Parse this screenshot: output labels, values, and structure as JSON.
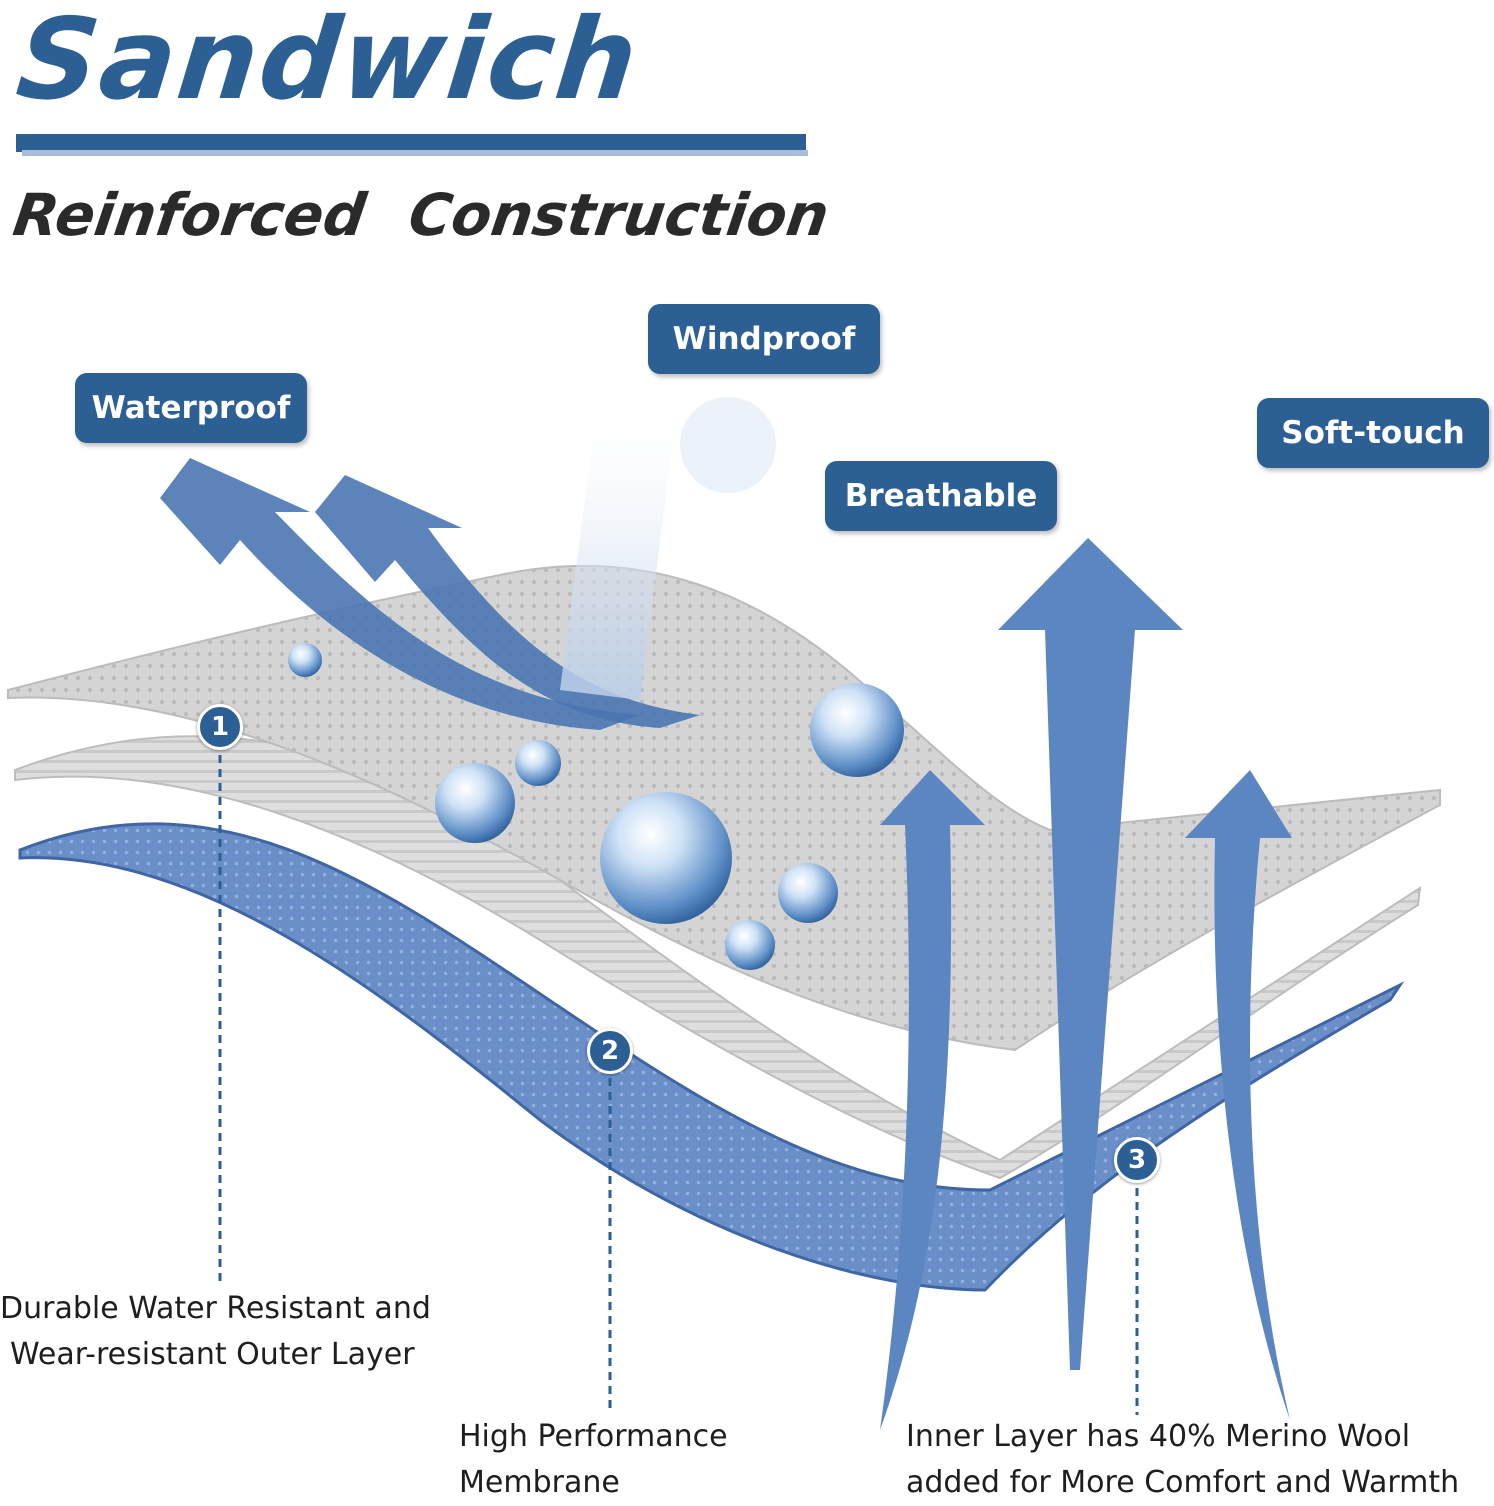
{
  "header": {
    "title": "Sandwich",
    "subtitle": "Reinforced Construction"
  },
  "badges": {
    "waterproof": "Waterproof",
    "windproof": "Windproof",
    "breathable": "Breathable",
    "soft_touch": "Soft-touch"
  },
  "layers": [
    {
      "number": "1",
      "caption_line1": "Durable Water Resistant and",
      "caption_line2": "Wear-resistant Outer Layer"
    },
    {
      "number": "2",
      "caption_line1": "High Performance",
      "caption_line2": "Membrane"
    },
    {
      "number": "3",
      "caption_line1": "Inner Layer has 40% Merino Wool",
      "caption_line2": "added for More Comfort and Warmth"
    }
  ],
  "colors": {
    "brand_blue": "#2c5f93",
    "arrow_blue": "#5b86c2",
    "fabric_gray": "#cfcfcf",
    "inner_blue": "#5a7fba"
  }
}
